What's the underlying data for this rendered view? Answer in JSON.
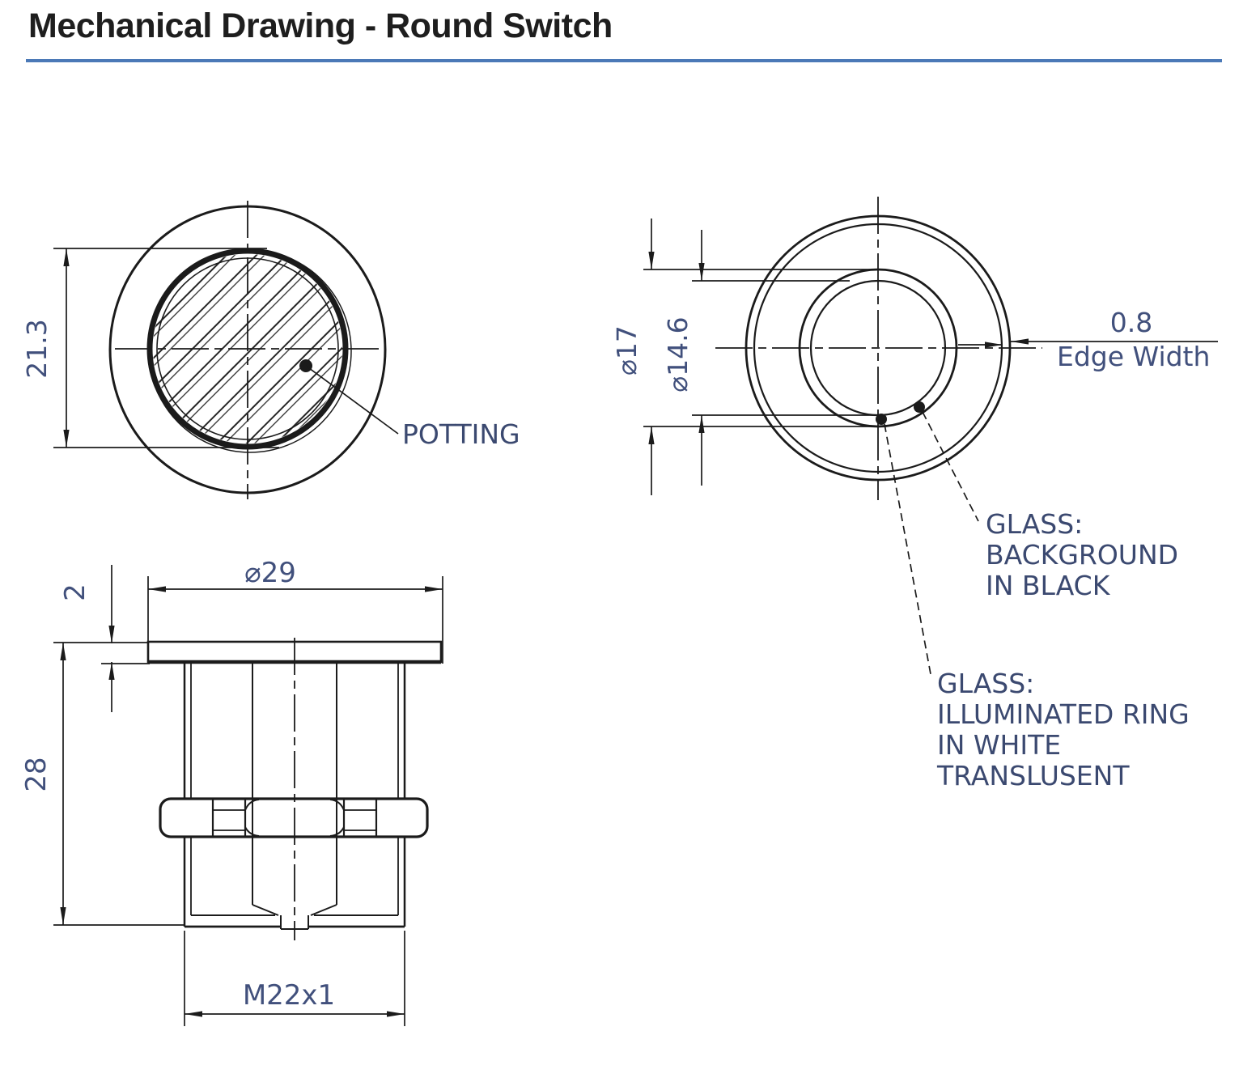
{
  "title": "Mechanical Drawing - Round Switch",
  "accent_color": "#4b79b7",
  "front_view": {
    "diameter_label": "21.3",
    "potting_label": "POTTING"
  },
  "glass_view": {
    "outer_diameter_label": "⌀17",
    "inner_diameter_label": "⌀14.6",
    "edge_width_value": "0.8",
    "edge_width_label": "Edge Width",
    "background_note_lines": [
      "GLASS:",
      "BACKGROUND",
      "IN BLACK"
    ],
    "ring_note_lines": [
      "GLASS:",
      "ILLUMINATED RING",
      "IN WHITE",
      "TRANSLUSENT"
    ]
  },
  "side_view": {
    "flange_diameter_label": "⌀29",
    "flange_thickness_label": "2",
    "body_height_label": "28",
    "thread_label": "M22x1"
  }
}
